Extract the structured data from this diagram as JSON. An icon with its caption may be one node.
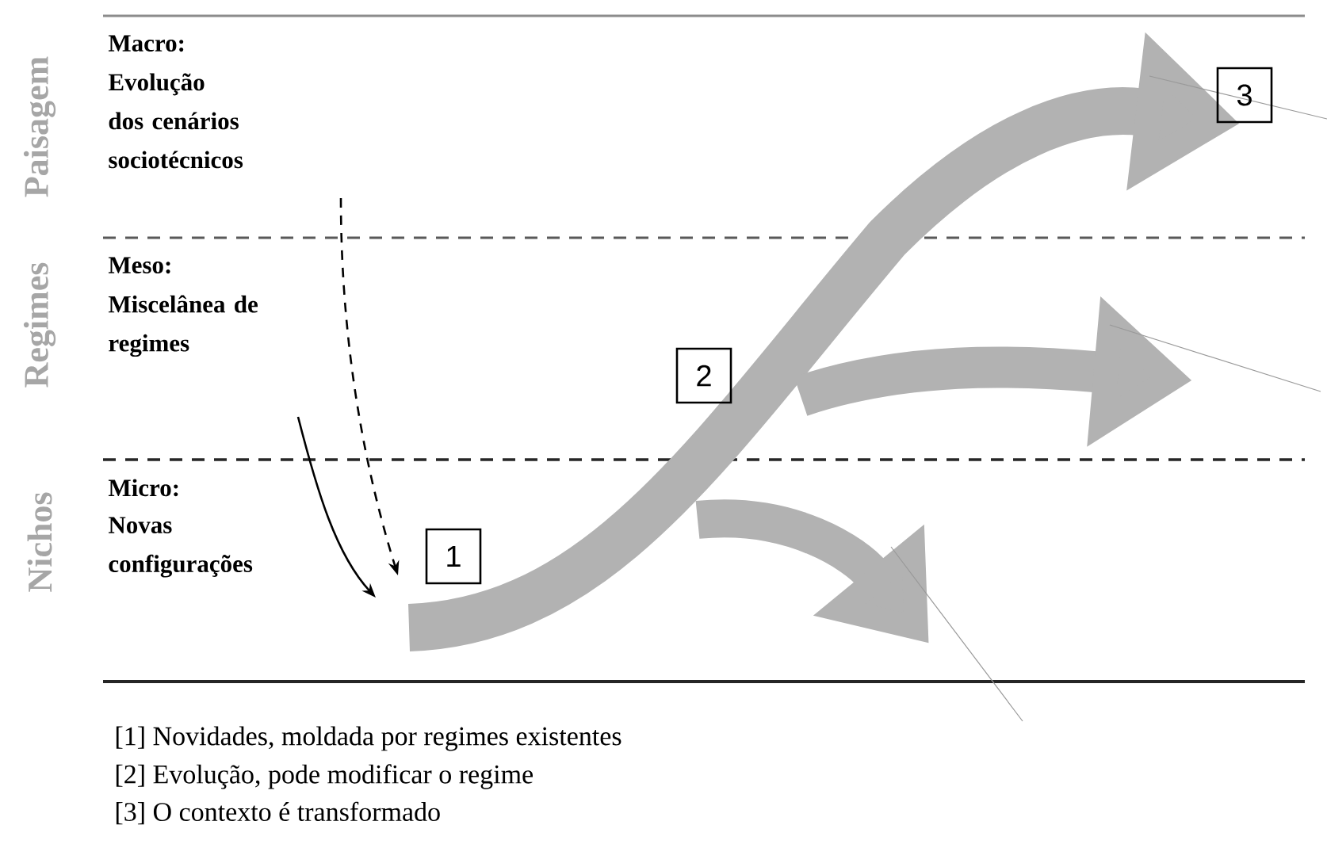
{
  "diagram": {
    "nodes": [
      {
        "text": [
          "1"
        ]
      },
      {
        "text": [
          "2"
        ]
      },
      {
        "text": [
          "3"
        ]
      }
    ],
    "labels": [
      "Paisagem",
      "Macro:",
      "Evolução dos cenários sociotécnicos",
      "Regimes",
      "Meso:",
      "Miscelânea de regimes",
      "Nichos",
      "Micro:",
      "Novas configurações",
      "[1] Novidades, moldada por regimes existentes",
      "[2] Evolução, pode modificar o regime",
      "[3] O contexto é transformado"
    ]
  }
}
